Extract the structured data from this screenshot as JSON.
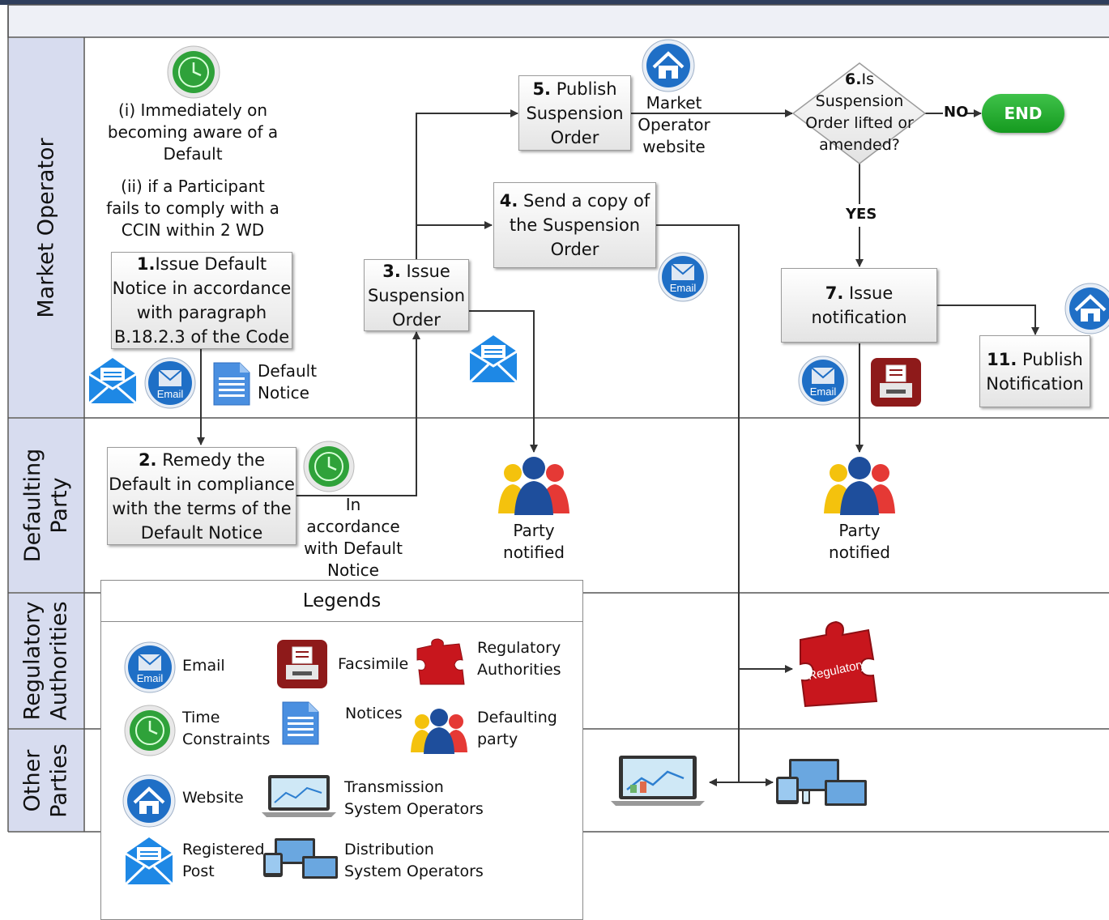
{
  "lanes": [
    {
      "label": "Market Operator"
    },
    {
      "label": "Defaulting\nParty"
    },
    {
      "label": "Regulatory\nAuthorities"
    },
    {
      "label": "Other\nParties"
    }
  ],
  "notes": {
    "trigger_i": "(i) Immediately on becoming aware of a Default",
    "trigger_ii": "(ii) if a Participant fails to comply with a CCIN within 2 WD",
    "default_notice": "Default Notice",
    "in_accordance": "In accordance with Default Notice",
    "website_label": "Market Operator website",
    "party_notified_1": "Party notified",
    "party_notified_2": "Party notified"
  },
  "steps": {
    "s1": {
      "num": "1.",
      "text": "Issue Default Notice in accordance with paragraph B.18.2.3 of the Code"
    },
    "s2": {
      "num": "2.",
      "text": " Remedy the Default in compliance with the terms of the Default Notice"
    },
    "s3": {
      "num": "3.",
      "text": " Issue Suspension Order"
    },
    "s4": {
      "num": "4.",
      "text": " Send a copy of the Suspension Order"
    },
    "s5": {
      "num": "5.",
      "text": " Publish Suspension Order"
    },
    "s6": {
      "num": "6.",
      "text": "Is Suspension Order lifted or amended?"
    },
    "s7": {
      "num": "7.",
      "text": " Issue notification"
    },
    "s11": {
      "num": "11.",
      "text": " Publish Notification"
    }
  },
  "branches": {
    "no": "NO",
    "yes": "YES"
  },
  "end_label": "END",
  "regulatory_puzzle_text": "Regulatory",
  "legend": {
    "title": "Legends",
    "email": "Email",
    "facsimile": "Facsimile",
    "regulatory": "Regulatory\nAuthorities",
    "time": "Time\nConstraints",
    "notices": "Notices",
    "defaulting": "Defaulting\nparty",
    "website": "Website",
    "tso": "Transmission\nSystem Operators",
    "post": "Registered\nPost",
    "dso": "Distribution\nSystem Operators"
  },
  "icon_text": {
    "email": "Email"
  },
  "colors": {
    "header_bar": "#2e3e5c",
    "lane_label_bg": "#d7dcef",
    "end_green": "#1fa82a",
    "regulatory_red": "#c8161d",
    "fax_red": "#8e1a1a",
    "email_blue": "#1f6fc6"
  }
}
